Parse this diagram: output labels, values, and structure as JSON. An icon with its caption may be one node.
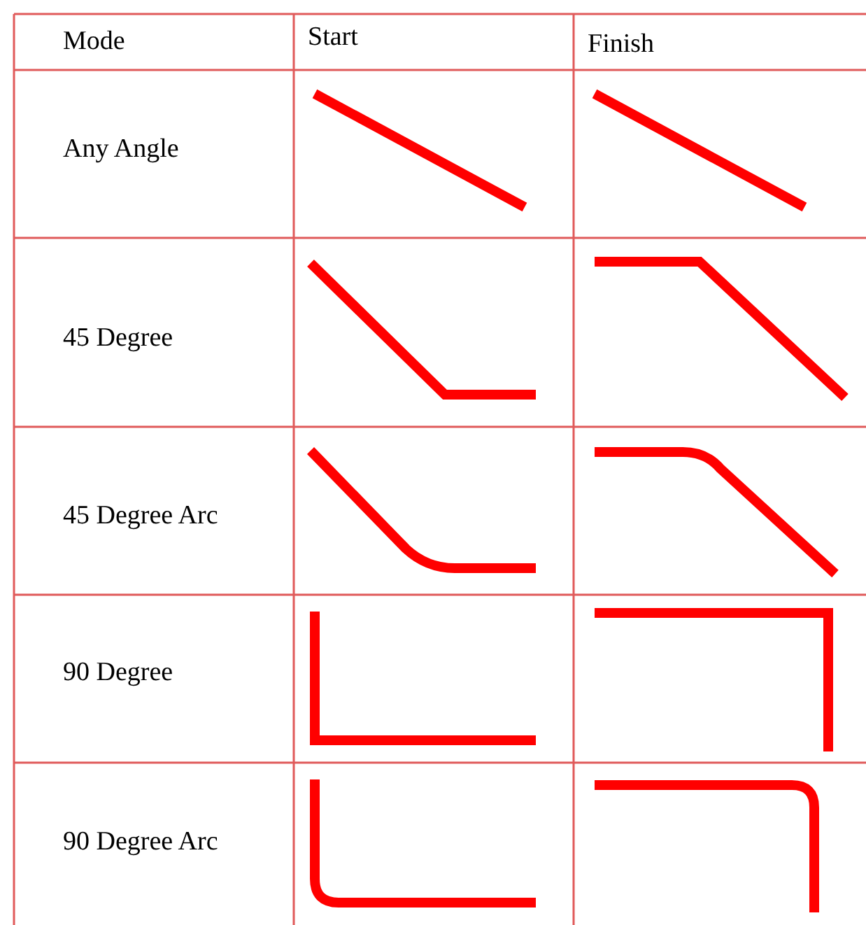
{
  "diagram": {
    "labels": [
      "Mode",
      "Start",
      "Finish",
      "Any Angle",
      "45 Degree",
      "45 Degree Arc",
      "90 Degree",
      "90 Degree Arc"
    ]
  }
}
